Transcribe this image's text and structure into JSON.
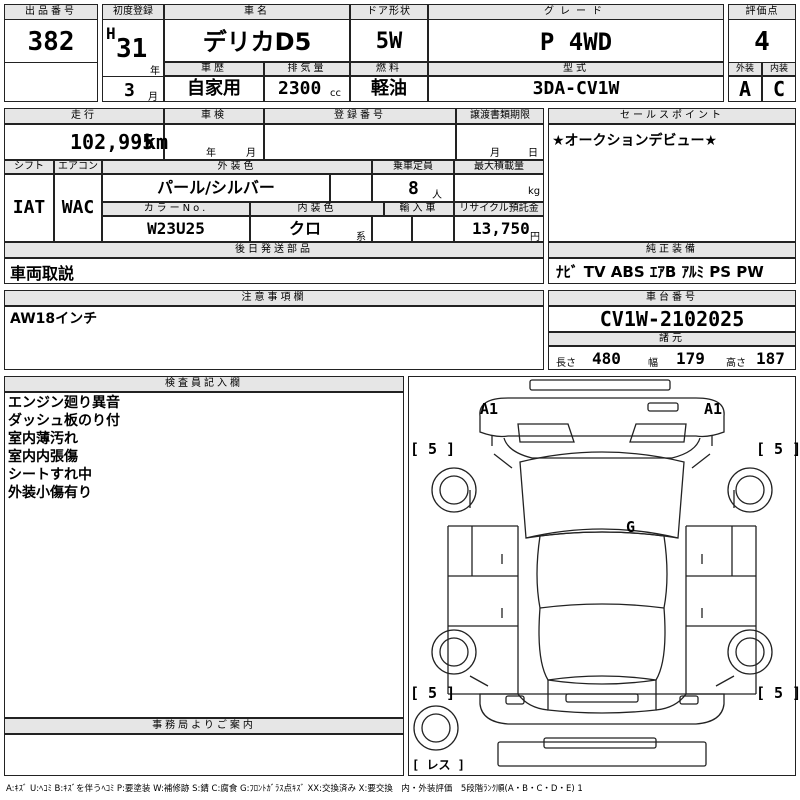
{
  "header": {
    "lot_label": "出品番号",
    "lot": "382",
    "first_reg_label": "初度登録",
    "era": "H",
    "year": "31",
    "year_unit": "年",
    "month": "3",
    "month_unit": "月",
    "name_label": "車名",
    "name": "デリカD5",
    "door_label": "ドア形状",
    "door": "5W",
    "grade_label": "グレード",
    "grade": "P 4WD",
    "score_label": "評価点",
    "score": "4",
    "history_label": "車歴",
    "history": "自家用",
    "displacement_label": "排気量",
    "displacement": "2300",
    "displacement_unit": "cc",
    "fuel_label": "燃料",
    "fuel": "軽油",
    "model_label": "型式",
    "model": "3DA-CV1W",
    "exterior_label": "外装",
    "exterior": "A",
    "interior_label": "内装",
    "interior": "C"
  },
  "row2": {
    "mileage_label": "走行",
    "mileage": "102,995",
    "mileage_unit": "km",
    "inspection_label": "車検",
    "insp_year_unit": "年",
    "insp_month_unit": "月",
    "regno_label": "登録番号",
    "transfer_label": "譲渡書類期限",
    "transfer_month_unit": "月",
    "transfer_day_unit": "日",
    "shift_label": "シフト",
    "shift": "IAT",
    "ac_label": "エアコン",
    "ac": "WAC",
    "color_label": "外装色",
    "color": "パール/シルバー",
    "capacity_label": "乗車定員",
    "capacity": "8",
    "capacity_unit": "人",
    "maxload_label": "最大積載量",
    "maxload_unit": "kg",
    "colorno_label": "カラーNo.",
    "colorno": "W23U25",
    "intcolor_label": "内装色",
    "intcolor": "クロ",
    "intcolor_unit": "系",
    "import_label": "輸入車",
    "recycle_label": "リサイクル預託金",
    "recycle": "13,750",
    "recycle_unit": "円",
    "later_label": "後日発送部品",
    "later": "車両取説"
  },
  "sales": {
    "label": "セールスポイント",
    "text": "★オークションデビュー★"
  },
  "equipment": {
    "label": "純正装備",
    "items": "ﾅﾋﾞ  TV  ABS  ｴｱB  ｱﾙﾐ  PS  PW"
  },
  "notes": {
    "label": "注意事項欄",
    "text": "AW18インチ"
  },
  "chassis": {
    "label": "車台番号",
    "number": "CV1W-2102025",
    "dims_label": "諸元",
    "length_label": "長さ",
    "length": "480",
    "width_label": "幅",
    "width": "179",
    "height_label": "高さ",
    "height": "187"
  },
  "inspector": {
    "label": "検査員記入欄",
    "lines": [
      "エンジン廻り異音",
      "ダッシュ板のり付",
      "室内薄汚れ",
      "室内内張傷",
      "シートすれ中",
      "外装小傷有り"
    ]
  },
  "office": {
    "label": "事務局よりご案内"
  },
  "diagram": {
    "marks": {
      "fl": "A1",
      "fr": "A1",
      "roof": "G",
      "tire_fl": "[ 5 ]",
      "tire_fr": "[ 5 ]",
      "tire_rl": "[ 5 ]",
      "tire_rr": "[ 5 ]",
      "spare": "[ レス ]"
    }
  },
  "legend": "A:ｷｽﾞ U:ﾍｺﾐ B:ｷｽﾞを伴うﾍｺﾐ P:要塗装 W:補修跡 S:錆 C:腐食 G:ﾌﾛﾝﾄｶﾞﾗｽ点ｷｽﾞ XX:交換済み X:要交換　内・外装評価　5段階ﾗﾝｸ順(A・B・C・D・E) 1"
}
